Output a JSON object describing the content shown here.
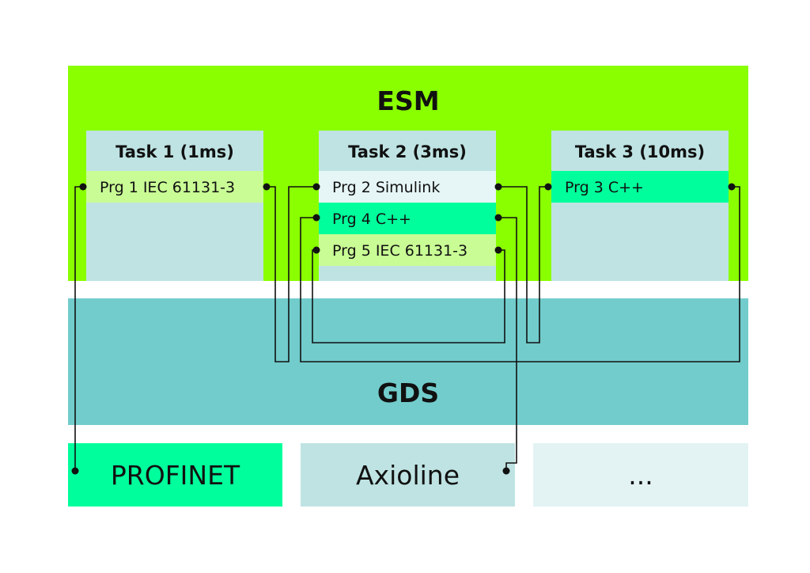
{
  "esm": {
    "title": "ESM",
    "color": "#8aff00"
  },
  "gds": {
    "title": "GDS",
    "color": "#72cccc"
  },
  "tasks": [
    {
      "name": "Task 1 (1ms)",
      "programs": [
        "Prg 1 IEC 61131-3"
      ]
    },
    {
      "name": "Task 2 (3ms)",
      "programs": [
        "Prg 2 Simulink",
        "Prg 4 C++",
        "Prg 5 IEC 61131-3"
      ]
    },
    {
      "name": "Task 3 (10ms)",
      "programs": [
        "Prg 3 C++"
      ]
    }
  ],
  "bottom": [
    {
      "label": "PROFINET",
      "color": "#00ff9c"
    },
    {
      "label": "Axioline",
      "color": "#bfe3e3"
    },
    {
      "label": "...",
      "color": "#e3f3f3"
    }
  ]
}
